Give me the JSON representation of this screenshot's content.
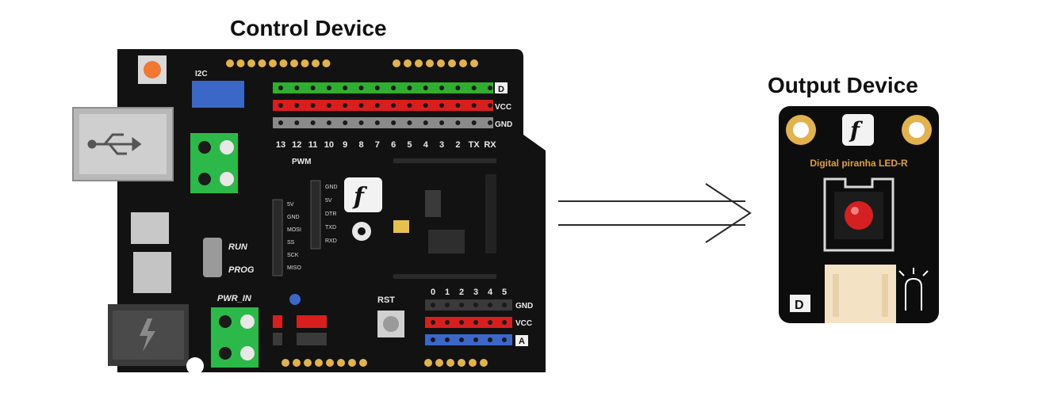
{
  "titles": {
    "control": "Control Device",
    "output": "Output Device"
  },
  "board": {
    "i2c_label": "I2C",
    "digital_header_letter": "D",
    "vcc": "VCC",
    "gnd": "GND",
    "digital_pins": [
      "13",
      "12",
      "11",
      "10",
      "9",
      "8",
      "7",
      "6",
      "5",
      "4",
      "3",
      "2",
      "TX",
      "RX"
    ],
    "pwm_label": "PWM",
    "run_label": "RUN",
    "prog_label": "PROG",
    "pwr_in_label": "PWR_IN",
    "rst_label": "RST",
    "analog_header_letter": "A",
    "analog_pins": [
      "0",
      "1",
      "2",
      "3",
      "4",
      "5"
    ],
    "spi_pins": [
      "5V",
      "GND",
      "MOSI",
      "SS",
      "SCK",
      "MISO"
    ],
    "bt_pins": [
      "GND",
      "5V",
      "DTR",
      "TXD",
      "RXD"
    ]
  },
  "module": {
    "label": "Digital piranha LED-R",
    "d_letter": "D"
  },
  "colors": {
    "board": "#111111",
    "header_green": "#2fae2f",
    "header_red": "#d91e1e",
    "header_gray": "#8a8a8a",
    "header_blue": "#3b67c9",
    "terminal_green": "#2db84a",
    "led_red": "#d42020",
    "label_gold": "#e0a030"
  },
  "icons": [
    "usb-icon",
    "lightning-icon",
    "dfrobot-logo-icon",
    "gear-icon",
    "led-symbol-icon",
    "arrow-right-icon"
  ]
}
